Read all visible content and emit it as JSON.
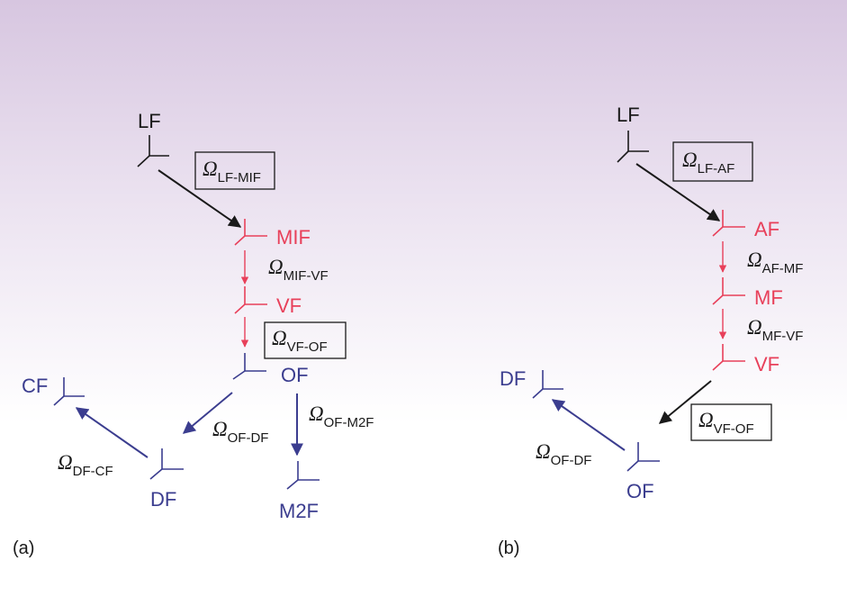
{
  "colors": {
    "black": "#1a1a1a",
    "red": "#e8405a",
    "blue": "#3b3d8f"
  },
  "panel_a": {
    "label": "(a)",
    "frames": {
      "lf": "LF",
      "mif": "MIF",
      "vf": "VF",
      "of": "OF",
      "df": "DF",
      "cf": "CF",
      "m2f": "M2F"
    },
    "omega": {
      "symbol": "Ω",
      "lf_mif": "LF-MIF",
      "mif_vf": "MIF-VF",
      "vf_of": "VF-OF",
      "of_df": "OF-DF",
      "of_m2f": "OF-M2F",
      "df_cf": "DF-CF"
    }
  },
  "panel_b": {
    "label": "(b)",
    "frames": {
      "lf": "LF",
      "af": "AF",
      "mf": "MF",
      "vf": "VF",
      "df": "DF",
      "of": "OF"
    },
    "omega": {
      "symbol": "Ω",
      "lf_af": "LF-AF",
      "af_mf": "AF-MF",
      "mf_vf": "MF-VF",
      "vf_of": "VF-OF",
      "of_df": "OF-DF"
    }
  }
}
